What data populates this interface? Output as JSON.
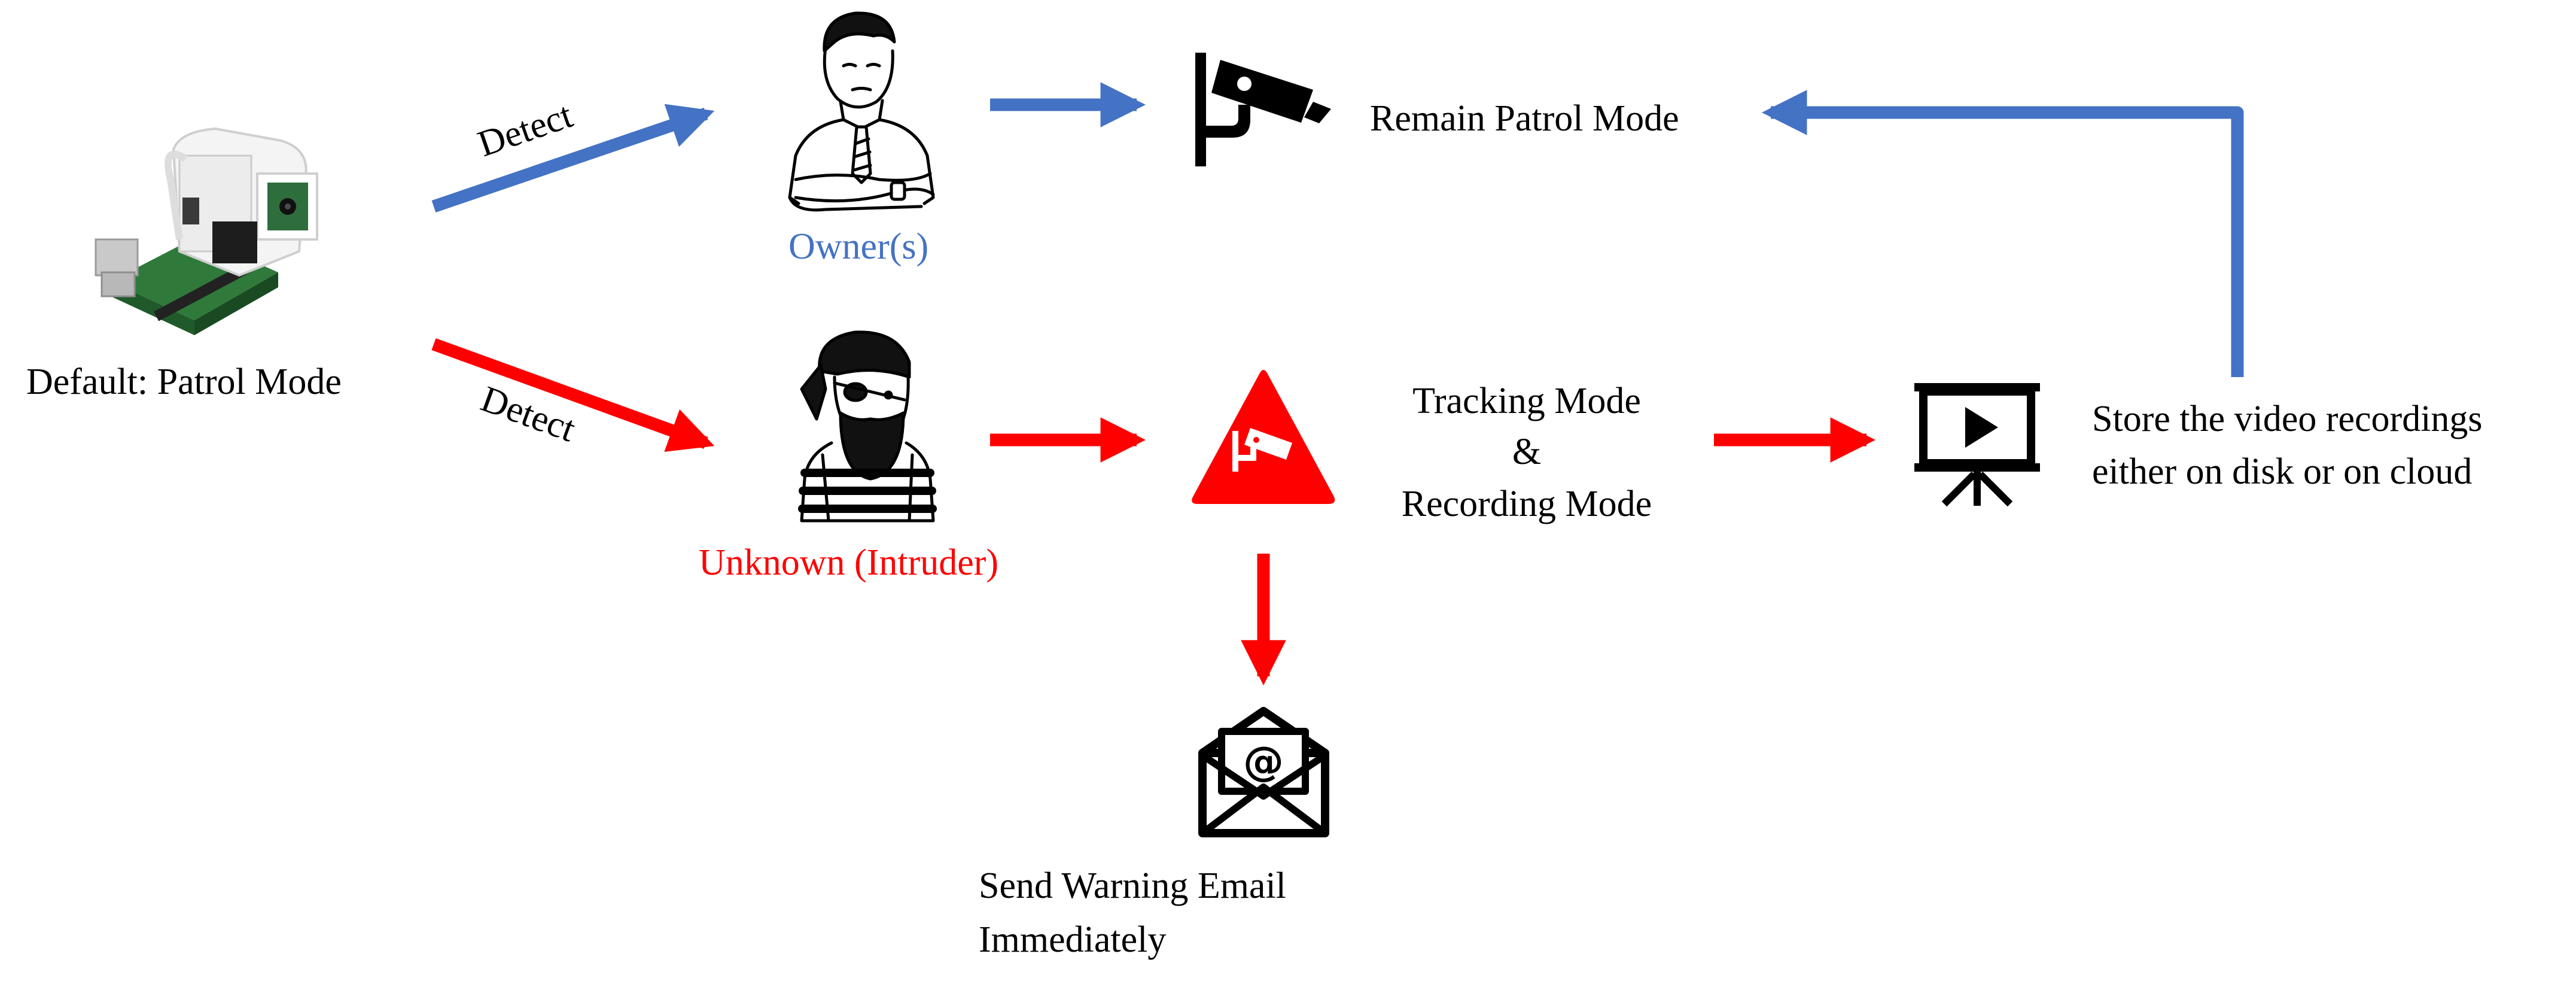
{
  "colors": {
    "owner_flow": "#4472C4",
    "intruder_flow": "#FF0000",
    "text": "#000000"
  },
  "device": {
    "icon": "raspberry-pi-camera-device",
    "label": "Default: Patrol Mode"
  },
  "edges": {
    "detect_owner_label": "Detect",
    "detect_intruder_label": "Detect"
  },
  "owner": {
    "icon": "businessman-arms-crossed",
    "label": "Owner(s)",
    "result_icon": "security-camera-icon",
    "result_label": "Remain Patrol Mode"
  },
  "intruder": {
    "icon": "pirate-intruder",
    "label": "Unknown (Intruder)",
    "alert_icon": "camera-warning-triangle-icon",
    "mode_line1": "Tracking Mode",
    "mode_line2": "&",
    "mode_line3": "Recording Mode"
  },
  "storage": {
    "icon": "video-projection-screen-icon",
    "line1": "Store the video recordings",
    "line2": "either on disk or on cloud"
  },
  "email": {
    "icon": "envelope-at-icon",
    "line1": "Send Warning Email",
    "line2": "Immediately"
  }
}
